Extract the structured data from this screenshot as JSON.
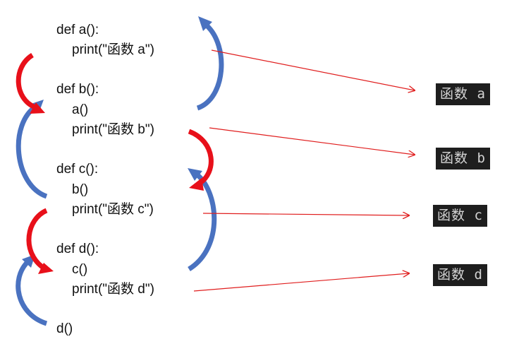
{
  "code_lines": [
    {
      "text": "def a():"
    },
    {
      "text": "print(\"函数 a\")"
    },
    {
      "text": "def b():"
    },
    {
      "text": "a()"
    },
    {
      "text": "print(\"函数 b\")"
    },
    {
      "text": "def c():"
    },
    {
      "text": "b()"
    },
    {
      "text": "print(\"函数 c\")"
    },
    {
      "text": "def d():"
    },
    {
      "text": "c()"
    },
    {
      "text": "print(\"函数 d\")"
    },
    {
      "text": "d()"
    }
  ],
  "outputs": [
    "函数 a",
    "函数 b",
    "函数 c",
    "函数 d"
  ],
  "colors": {
    "call_arrow": "#e8101a",
    "return_arrow": "#4a72c0",
    "output_line": "#e01e1e",
    "terminal_bg": "#1e1e1e",
    "terminal_text": "#d4d4d4"
  }
}
